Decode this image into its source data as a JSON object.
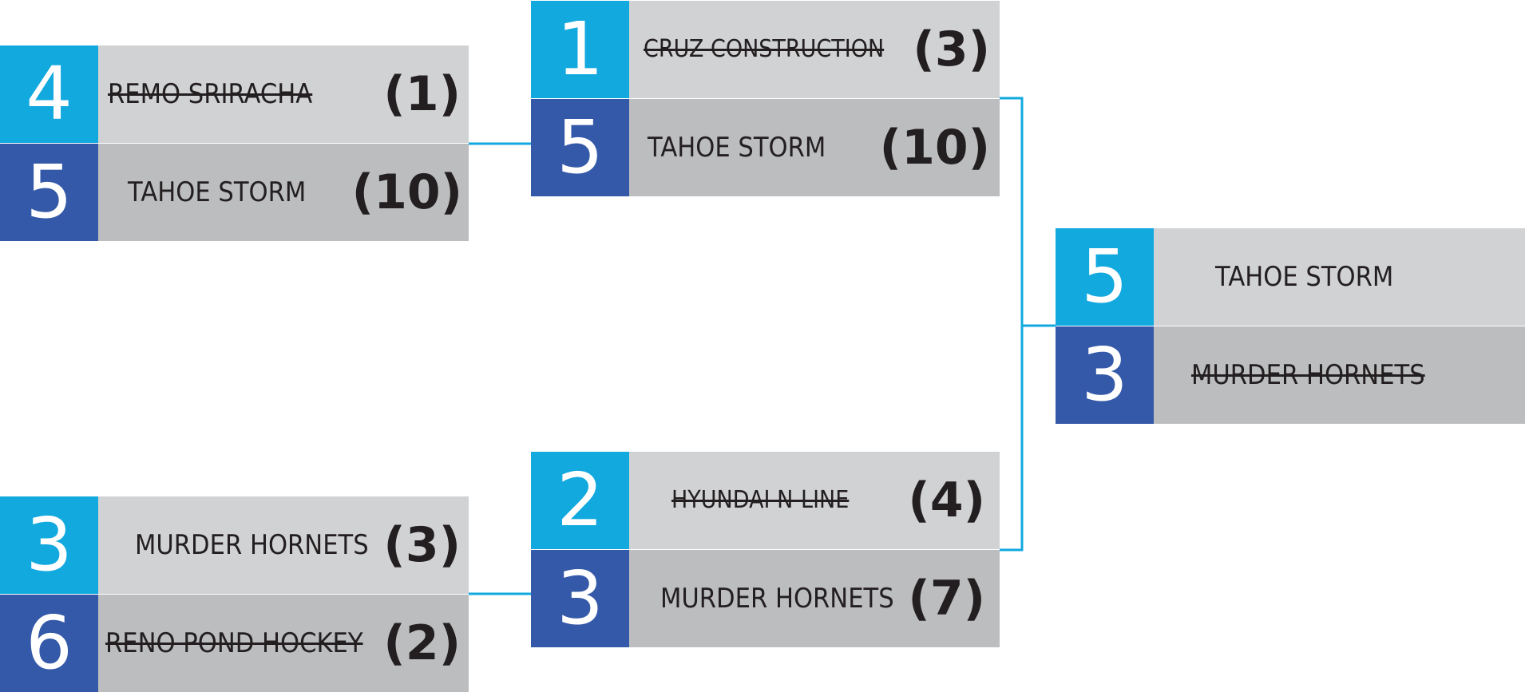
{
  "colors": {
    "seed_top": "#12a9df",
    "seed_bottom": "#3459a8",
    "team_top": "#d1d2d4",
    "team_bottom": "#bcbdbf",
    "connector": "#12a9df",
    "text": "#231f20"
  },
  "bracket": {
    "quarterfinal_1": {
      "top": {
        "seed": "4",
        "team": "REMO SRIRACHA",
        "score": "(1)",
        "eliminated": true
      },
      "bottom": {
        "seed": "5",
        "team": "TAHOE STORM",
        "score": "(10)",
        "eliminated": false
      }
    },
    "quarterfinal_2": {
      "top": {
        "seed": "3",
        "team": "MURDER HORNETS",
        "score": "(3)",
        "eliminated": false
      },
      "bottom": {
        "seed": "6",
        "team": "RENO POND HOCKEY",
        "score": "(2)",
        "eliminated": true
      }
    },
    "semifinal_1": {
      "top": {
        "seed": "1",
        "team": "CRUZ CONSTRUCTION",
        "score": "(3)",
        "eliminated": true
      },
      "bottom": {
        "seed": "5",
        "team": "TAHOE STORM",
        "score": "(10)",
        "eliminated": false
      }
    },
    "semifinal_2": {
      "top": {
        "seed": "2",
        "team": "HYUNDAI N-LINE",
        "score": "(4)",
        "eliminated": true
      },
      "bottom": {
        "seed": "3",
        "team": "MURDER HORNETS",
        "score": "(7)",
        "eliminated": false
      }
    },
    "final": {
      "top": {
        "seed": "5",
        "team": "TAHOE STORM",
        "eliminated": false
      },
      "bottom": {
        "seed": "3",
        "team": "MURDER HORNETS",
        "eliminated": true
      }
    }
  }
}
